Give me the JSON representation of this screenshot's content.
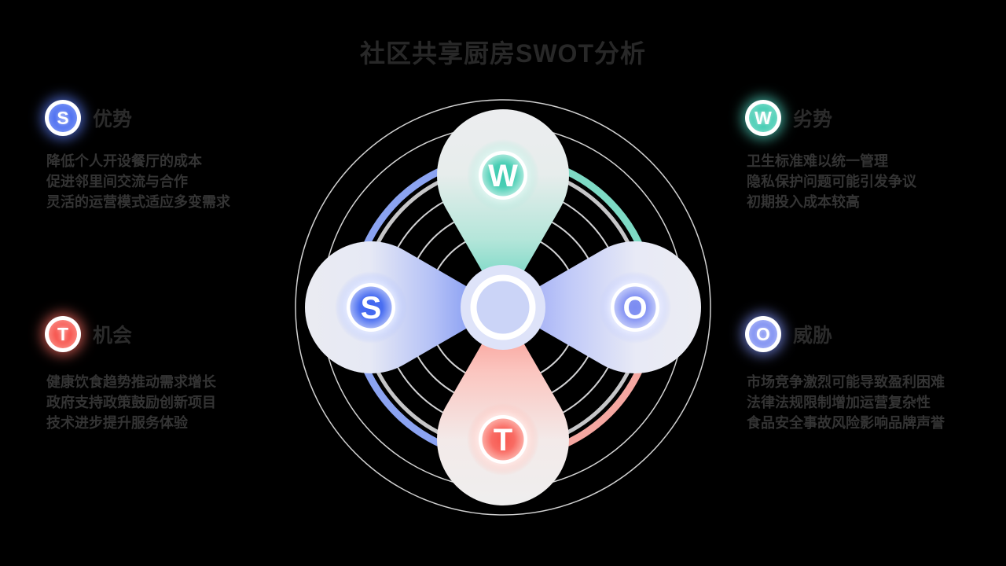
{
  "title": "社区共享厨房SWOT分析",
  "legend_sections": [
    {
      "letter": "S",
      "label": "优势",
      "accent": "#4e70f1",
      "lines": [
        "降低个人开设餐厅的成本",
        "促进邻里间交流与合作",
        "灵活的运营模式适应多变需求"
      ]
    },
    {
      "letter": "W",
      "label": "劣势",
      "accent": "#3fcbb1",
      "lines": [
        "卫生标准难以统一管理",
        "隐私保护问题可能引发争议",
        "初期投入成本较高"
      ]
    },
    {
      "letter": "T",
      "label": "机会",
      "accent": "#f75b54",
      "lines": [
        "健康饮食趋势推动需求增长",
        "政府支持政策鼓励创新项目",
        "技术进步提升服务体验"
      ]
    },
    {
      "letter": "O",
      "label": "威胁",
      "accent": "#7e8ff2",
      "lines": [
        "市场竞争激烈可能导致盈利困难",
        "法律法规限制增加运营复杂性",
        "食品安全事故风险影响品牌声誉"
      ]
    }
  ],
  "diagram": {
    "petals": [
      {
        "position": "top",
        "letter": "W",
        "tip_color": "#5bd1bb"
      },
      {
        "position": "right",
        "letter": "O",
        "tip_color": "#93a1f4"
      },
      {
        "position": "bottom",
        "letter": "T",
        "tip_color": "#f9928a"
      },
      {
        "position": "left",
        "letter": "S",
        "tip_color": "#6d89f1"
      }
    ],
    "ring_arcs": {
      "blue": "#8ba3f1",
      "teal": "#7edac5",
      "pink": "#f5a7a1",
      "gray_band": "#c6c6c8",
      "thin_rings": "#d2d2d4"
    },
    "center_hub": {
      "outer": "#dee3f9",
      "ring": "#ffffff",
      "inner": "#cbd4f7"
    }
  }
}
